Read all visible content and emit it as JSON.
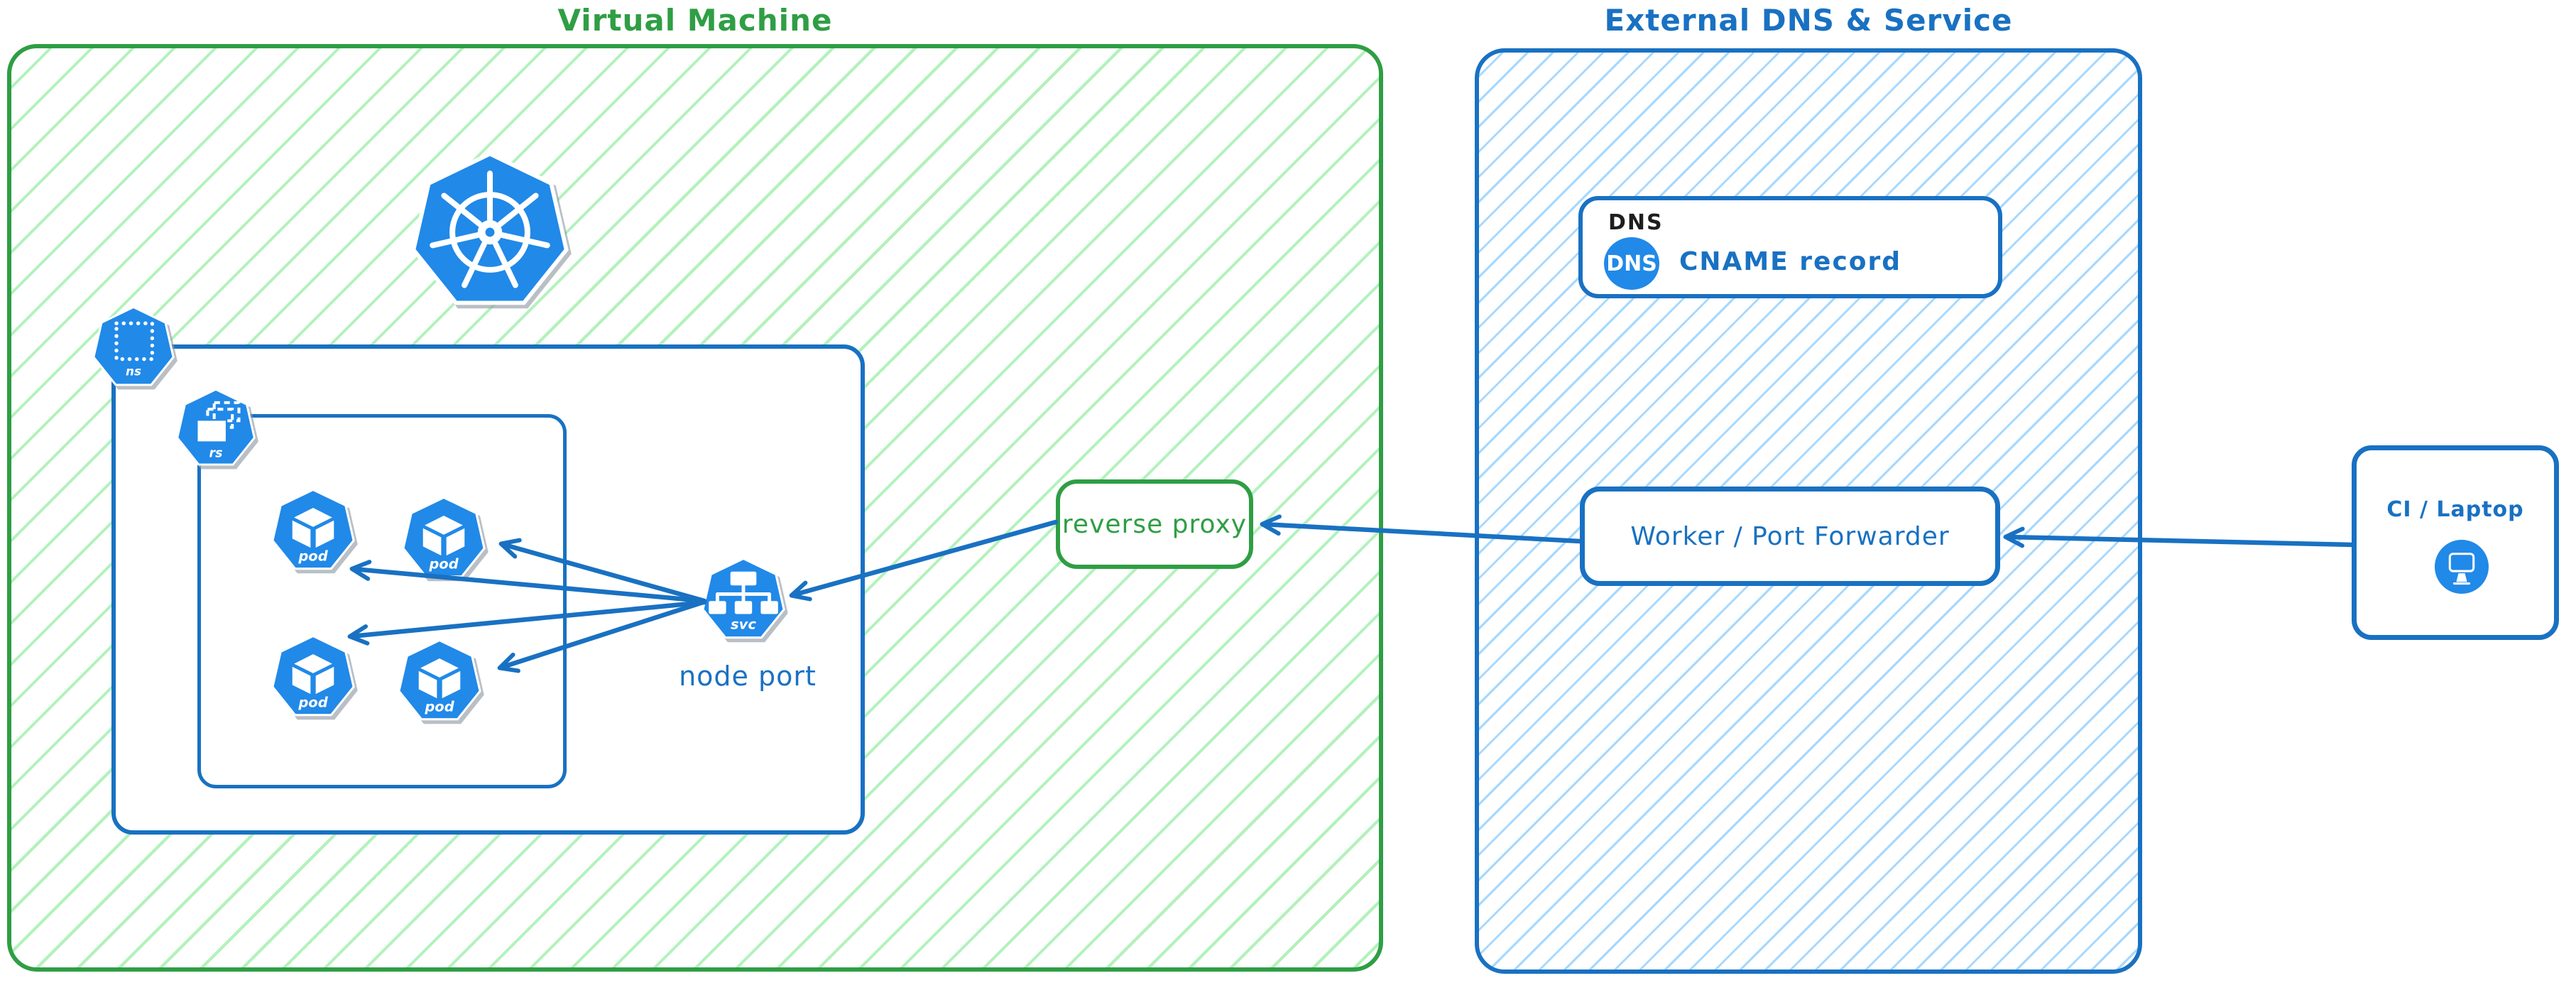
{
  "titles": {
    "vm": "Virtual Machine",
    "external": "External DNS & Service"
  },
  "labels": {
    "ns": "ns",
    "rs": "rs",
    "pod": "pod",
    "svc": "svc",
    "node_port": "node port",
    "reverse_proxy": "reverse proxy",
    "dns_tag": "DNS",
    "dns_icon": "DNS",
    "cname": "CNAME record",
    "worker": "Worker / Port Forwarder",
    "ci": "CI / Laptop"
  },
  "icons": {
    "kubernetes_logo": "kubernetes-wheel",
    "namespace": "heptagon-dotted-square",
    "replicaset": "heptagon-stacked-rects",
    "pod": "heptagon-cube",
    "service": "heptagon-tree",
    "dns": "blue-circle-dns",
    "laptop": "blue-circle-monitor"
  },
  "colors": {
    "green": "#2f9e44",
    "green_hatch": "#b2f2bb",
    "blue": "#1971c2",
    "blue_hatch": "#a5d8ff",
    "icon_blue": "#2189e8",
    "ink": "#1e1e1e"
  },
  "connections": [
    {
      "from": "service",
      "to": "pod-1",
      "arrow": "end"
    },
    {
      "from": "service",
      "to": "pod-2",
      "arrow": "end"
    },
    {
      "from": "service",
      "to": "pod-3",
      "arrow": "end"
    },
    {
      "from": "service",
      "to": "pod-4",
      "arrow": "end"
    },
    {
      "from": "reverse-proxy",
      "to": "service",
      "arrow": "end"
    },
    {
      "from": "worker-port-forwarder",
      "to": "reverse-proxy",
      "arrow": "end"
    },
    {
      "from": "ci-laptop",
      "to": "worker-port-forwarder",
      "arrow": "end"
    }
  ]
}
